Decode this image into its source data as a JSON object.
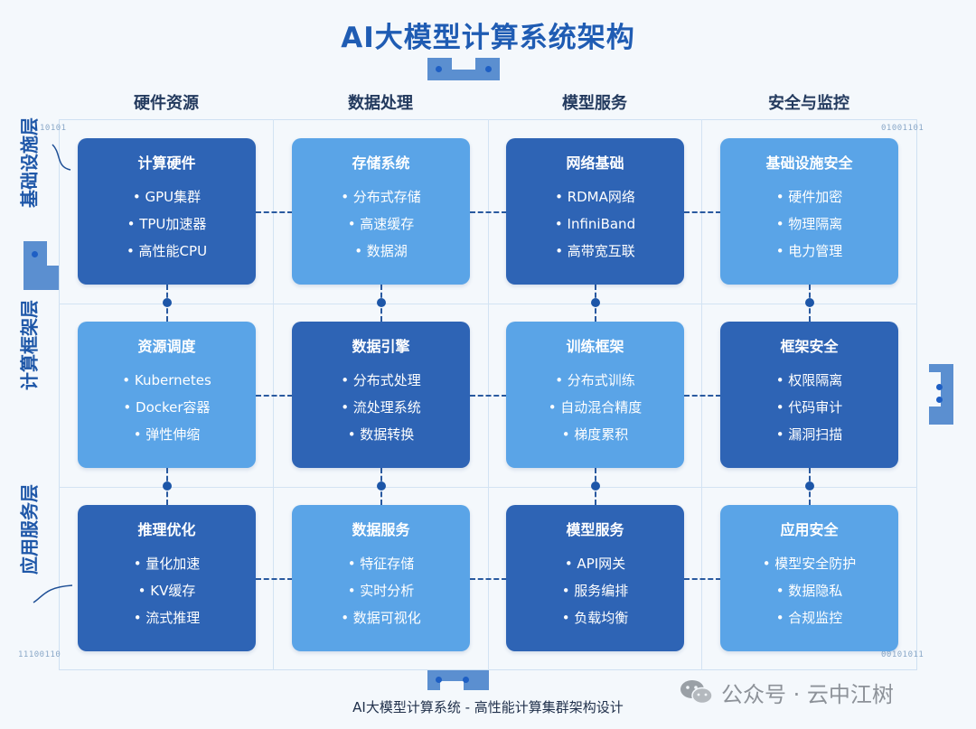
{
  "title": "AI大模型计算系统架构",
  "subtitle": "AI大模型计算系统 - 高性能计算集群架构设计",
  "watermark": "公众号 · 云中江树",
  "columns": [
    "硬件资源",
    "数据处理",
    "模型服务",
    "安全与监控"
  ],
  "rows": [
    "基础设施层",
    "计算框架层",
    "应用服务层"
  ],
  "binary_codes": {
    "top_left": "10101",
    "top_right": "01001101",
    "bottom_left": "11100110",
    "bottom_right": "00101011"
  },
  "colors": {
    "dark_card": "#2e64b5",
    "light_card": "#5aa4e7",
    "title": "#1f5cb3"
  },
  "cards": [
    [
      {
        "title": "计算硬件",
        "tone": "dark",
        "items": [
          "• GPU集群",
          "• TPU加速器",
          "• 高性能CPU"
        ]
      },
      {
        "title": "存储系统",
        "tone": "light",
        "items": [
          "• 分布式存储",
          "• 高速缓存",
          "• 数据湖"
        ]
      },
      {
        "title": "网络基础",
        "tone": "dark",
        "items": [
          "• RDMA网络",
          "• InfiniBand",
          "• 高带宽互联"
        ]
      },
      {
        "title": "基础设施安全",
        "tone": "light",
        "items": [
          "• 硬件加密",
          "• 物理隔离",
          "• 电力管理"
        ]
      }
    ],
    [
      {
        "title": "资源调度",
        "tone": "light",
        "items": [
          "• Kubernetes",
          "• Docker容器",
          "• 弹性伸缩"
        ]
      },
      {
        "title": "数据引擎",
        "tone": "dark",
        "items": [
          "• 分布式处理",
          "• 流处理系统",
          "• 数据转换"
        ]
      },
      {
        "title": "训练框架",
        "tone": "light",
        "items": [
          "• 分布式训练",
          "• 自动混合精度",
          "• 梯度累积"
        ]
      },
      {
        "title": "框架安全",
        "tone": "dark",
        "items": [
          "• 权限隔离",
          "• 代码审计",
          "• 漏洞扫描"
        ]
      }
    ],
    [
      {
        "title": "推理优化",
        "tone": "dark",
        "items": [
          "• 量化加速",
          "• KV缓存",
          "• 流式推理"
        ]
      },
      {
        "title": "数据服务",
        "tone": "light",
        "items": [
          "• 特征存储",
          "• 实时分析",
          "• 数据可视化"
        ]
      },
      {
        "title": "模型服务",
        "tone": "dark",
        "items": [
          "• API网关",
          "• 服务编排",
          "• 负载均衡"
        ]
      },
      {
        "title": "应用安全",
        "tone": "light",
        "items": [
          "• 模型安全防护",
          "• 数据隐私",
          "• 合规监控"
        ]
      }
    ]
  ]
}
